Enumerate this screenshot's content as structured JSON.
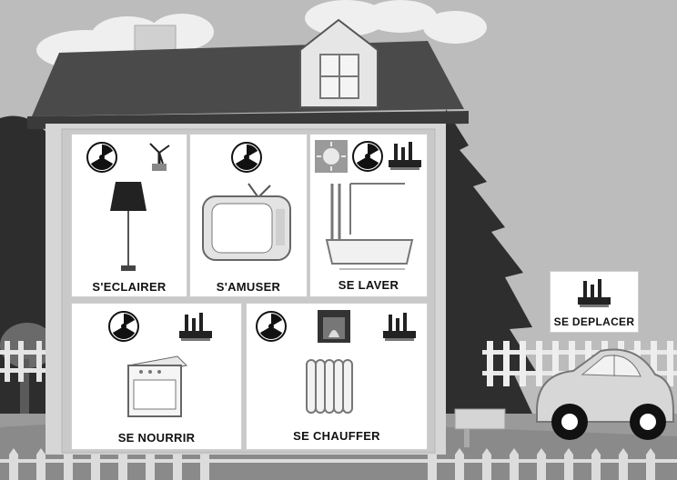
{
  "scene": {
    "rooms": [
      {
        "id": "eclairer",
        "label": "S'ECLAIRER",
        "icons": [
          "nuclear-icon",
          "windmill-icon"
        ],
        "object": "floor-lamp"
      },
      {
        "id": "amuser",
        "label": "S'AMUSER",
        "icons": [
          "nuclear-icon"
        ],
        "object": "television"
      },
      {
        "id": "laver",
        "label": "SE LAVER",
        "icons": [
          "solar-panel-icon",
          "nuclear-icon",
          "oil-refinery-icon"
        ],
        "object": "bathtub"
      },
      {
        "id": "nourrir",
        "label": "SE NOURRIR",
        "icons": [
          "nuclear-icon",
          "oil-refinery-icon"
        ],
        "object": "oven"
      },
      {
        "id": "chauffer",
        "label": "SE CHAUFFER",
        "icons": [
          "nuclear-icon",
          "fireplace-icon",
          "oil-refinery-icon"
        ],
        "object": "radiator"
      }
    ],
    "transport": {
      "label": "SE DEPLACER",
      "icons": [
        "oil-refinery-icon"
      ],
      "object": "car"
    },
    "colors": {
      "sky": "#b9b9b9",
      "roof": "#4d4d4d",
      "tree": "#2f2f2f",
      "house_wall": "#d9d9d9",
      "panel": "#ffffff"
    }
  }
}
